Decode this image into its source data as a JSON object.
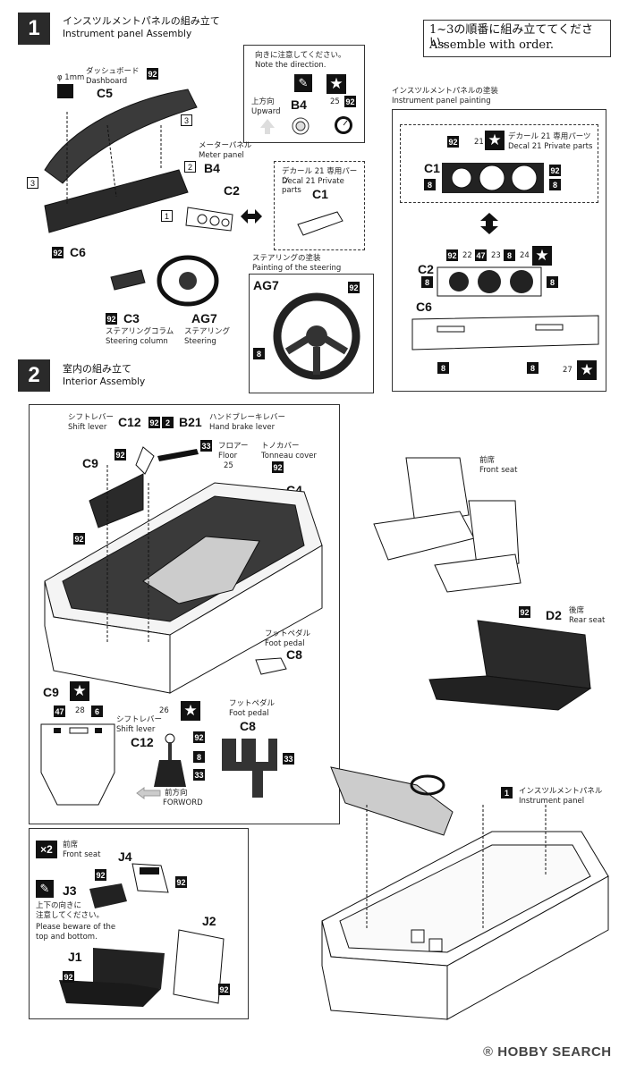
{
  "step1": {
    "number": "1",
    "title_jp": "インスツルメントパネルの組み立て",
    "title_en": "Instrument panel Assembly",
    "order_note_jp": "1~3の順番に組み立ててください。",
    "order_note_en": "Assemble with order.",
    "direction_jp": "向きに注意してください。",
    "direction_en": "Note the direction.",
    "upward_jp": "上方向",
    "upward_en": "Upward",
    "b4_part": "B4",
    "c5_part": "C5",
    "c5_jp": "ダッシュボード",
    "c5_en": "Dashboard",
    "drill": "φ 1mm",
    "meter_jp": "メーターパネル",
    "meter_en": "Meter panel",
    "b4_label": "B4",
    "c2_part": "C2",
    "c6_part": "C6",
    "decal_jp": "デカール 21 専用パーツ",
    "decal_en": "Decal 21 Private parts",
    "c1_part": "C1",
    "c3_part": "C3",
    "c3_jp": "ステアリングコラム",
    "c3_en": "Steering column",
    "ag7_part": "AG7",
    "ag7_jp": "ステアリング",
    "ag7_en": "Steering",
    "steering_paint_jp": "ステアリングの塗装",
    "steering_paint_en": "Painting of the steering",
    "ag7_box_part": "AG7",
    "painting_jp": "インスツルメントパネルの塗装",
    "painting_en": "Instrument panel painting",
    "painting_decal_jp": "デカール 21 専用パーツ",
    "painting_decal_en": "Decal 21 Private parts",
    "pc1_part": "C1",
    "pc2_part": "C2",
    "pc6_part": "C6",
    "steps": [
      "1",
      "2",
      "3",
      "3"
    ]
  },
  "step2": {
    "number": "2",
    "title_jp": "室内の組み立て",
    "title_en": "Interior Assembly",
    "shift_jp": "シフトレバー",
    "shift_en": "Shift lever",
    "c12_part": "C12",
    "b21_part": "B21",
    "handbrake_jp": "ハンドブレーキレバー",
    "handbrake_en": "Hand brake lever",
    "floor_jp": "フロアー",
    "floor_en": "Floor",
    "tonneau_jp": "トノカバー",
    "tonneau_en": "Tonneau cover",
    "c9_part": "C9",
    "c4_part": "C4",
    "pedal_jp": "フットペダル",
    "pedal_en": "Foot pedal",
    "c8_part": "C8",
    "c9b_part": "C9",
    "shift2_jp": "シフトレバー",
    "shift2_en": "Shift lever",
    "c12b_part": "C12",
    "pedal2_jp": "フットペダル",
    "pedal2_en": "Foot pedal",
    "c8b_part": "C8",
    "forward_jp": "前方向",
    "forward_en": "FORWORD",
    "front_seat_jp": "前席",
    "front_seat_en": "Front seat",
    "rear_seat_jp": "後席",
    "rear_seat_en": "Rear seat",
    "d2_part": "D2",
    "inst_jp": "インスツルメントパネル",
    "inst_en": "Instrument panel",
    "inst_step": "1"
  },
  "seat": {
    "qty": "×2",
    "jp": "前席",
    "en": "Front seat",
    "j4_part": "J4",
    "j3_part": "J3",
    "j2_part": "J2",
    "j1_part": "J1",
    "note_jp1": "上下の向きに",
    "note_jp2": "注意してください。",
    "note_en1": "Please beware of the",
    "note_en2": "top and bottom."
  },
  "colors": {
    "c92": "92",
    "c2": "2",
    "c8": "8",
    "c6": "6",
    "c21": "21",
    "c22": "22",
    "c23": "23",
    "c24": "24",
    "c25": "25",
    "c26": "26",
    "c27": "27",
    "c28": "28",
    "c33": "33",
    "c47": "47"
  },
  "watermark": "HOBBY SEARCH"
}
